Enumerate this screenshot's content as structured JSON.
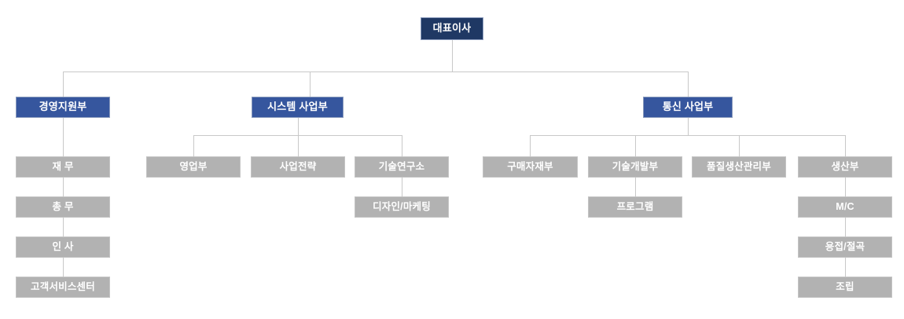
{
  "chart": {
    "title_node": {
      "label": "대표이사"
    },
    "divisions": [
      {
        "label": "경영지원부"
      },
      {
        "label": "시스템 사업부"
      },
      {
        "label": "통신 사업부"
      }
    ],
    "teams": {
      "management_support": [
        {
          "label": "재 무"
        },
        {
          "label": "총 무"
        },
        {
          "label": "인 사"
        },
        {
          "label": "고객서비스센터"
        }
      ],
      "system_division": [
        {
          "label": "영업부"
        },
        {
          "label": "사업전략"
        },
        {
          "label": "기술연구소"
        },
        {
          "label": "디자인/마케팅"
        }
      ],
      "communication_division": [
        {
          "label": "구매자재부"
        },
        {
          "label": "기술개발부"
        },
        {
          "label": "프로그램"
        },
        {
          "label": "품질생산관리부"
        },
        {
          "label": "생산부"
        },
        {
          "label": "M/C"
        },
        {
          "label": "용접/절곡"
        },
        {
          "label": "조립"
        }
      ]
    },
    "colors": {
      "ceo_fill": "#1f3864",
      "division_fill": "#36569e",
      "team_fill": "#b2b2b2",
      "connector": "#c8c8c8",
      "node_border": "#8a9bbd",
      "text": "#ffffff",
      "background": "#ffffff"
    }
  }
}
